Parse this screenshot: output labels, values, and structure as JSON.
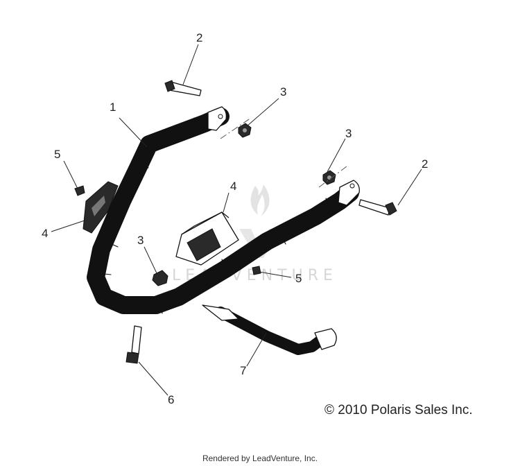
{
  "diagram": {
    "callouts": {
      "c1": "1",
      "c2a": "2",
      "c2b": "2",
      "c3a": "3",
      "c3b": "3",
      "c3c": "3",
      "c4a": "4",
      "c4b": "4",
      "c5a": "5",
      "c5b": "5",
      "c6": "6",
      "c7": "7"
    },
    "watermark": "LEADVENTURE"
  },
  "copyright": "© 2010 Polaris Sales Inc.",
  "footer": "Rendered by LeadVenture, Inc."
}
